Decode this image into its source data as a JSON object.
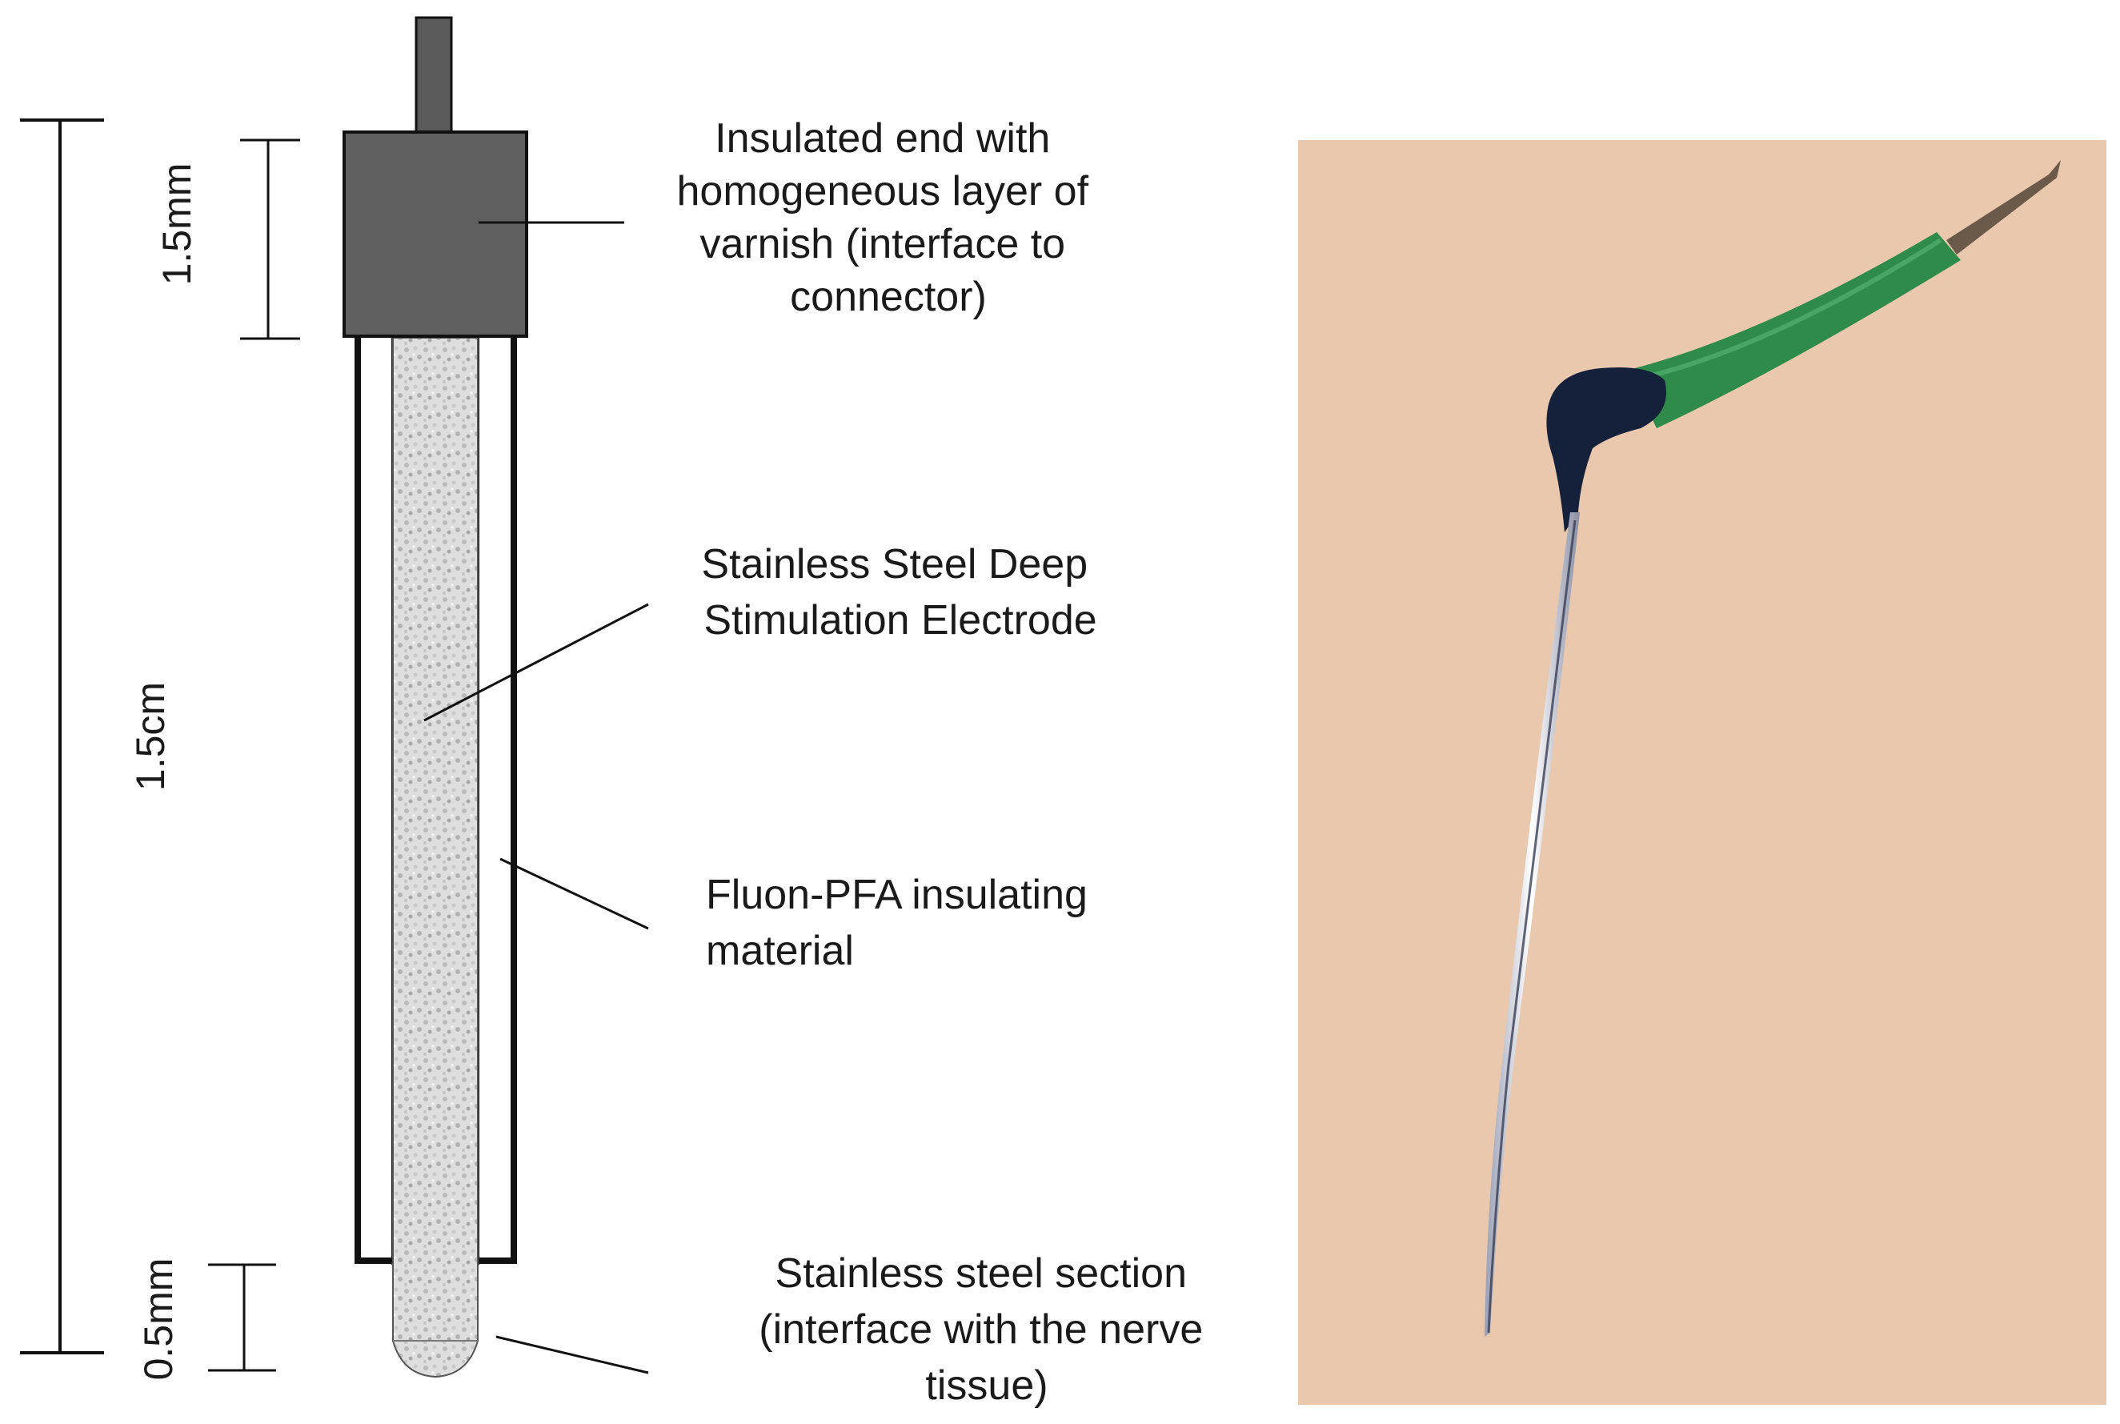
{
  "dimensions": {
    "overall": "1.5cm",
    "top_section": "1.5mm",
    "tip_section": "0.5mm"
  },
  "labels": {
    "insulated_end": [
      "Insulated end with",
      "homogeneous layer of",
      "varnish (interface to",
      "connector)"
    ],
    "electrode": [
      "Stainless Steel Deep",
      "Stimulation Electrode"
    ],
    "insulation": [
      "Fluon-PFA insulating",
      "material"
    ],
    "tip": [
      "Stainless steel section",
      "(interface with the nerve",
      "tissue)"
    ]
  },
  "colors": {
    "cap": "#5f5f5f",
    "wire": "#5a5a5a",
    "core_speckle": "#c8c8c8",
    "photo_background": "#e9c8ae",
    "green_insulation": "#2e8b4a",
    "black_varnish": "#15203a"
  }
}
